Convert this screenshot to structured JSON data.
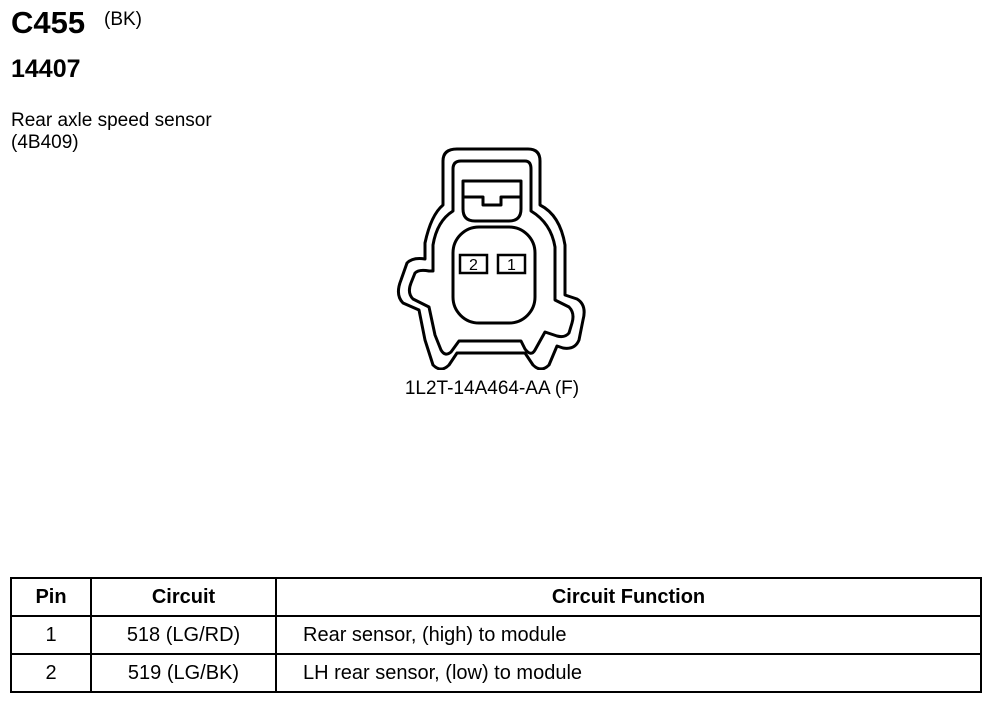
{
  "connector": {
    "id": "C455",
    "color": "(BK)",
    "part_number": "14407",
    "description_line1": "Rear axle speed sensor",
    "description_line2": "(4B409)",
    "code": "1L2T-14A464-AA (F)",
    "pins_shown": [
      "2",
      "1"
    ]
  },
  "table": {
    "headers": [
      "Pin",
      "Circuit",
      "Circuit Function"
    ],
    "rows": [
      {
        "pin": "1",
        "circuit": "518 (LG/RD)",
        "function": "Rear sensor, (high) to module"
      },
      {
        "pin": "2",
        "circuit": "519 (LG/BK)",
        "function": "LH rear sensor, (low) to module"
      }
    ]
  }
}
